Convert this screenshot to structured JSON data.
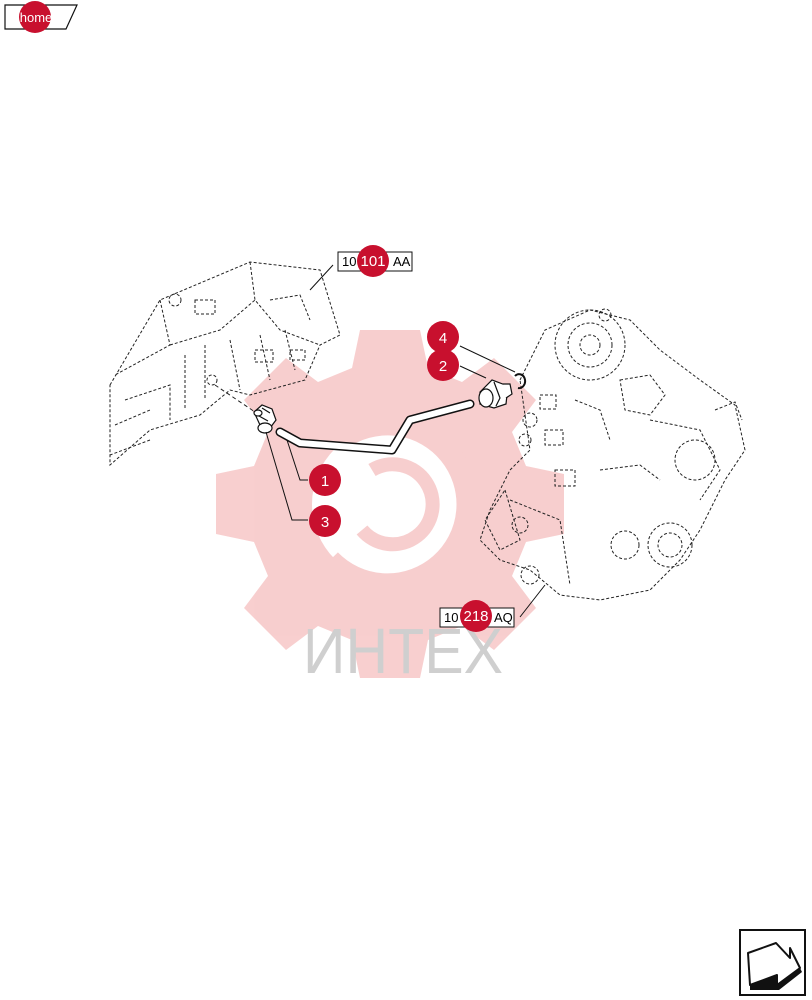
{
  "home_button": {
    "label": "home"
  },
  "reference_tags": [
    {
      "id": "ref-top",
      "badge": "101",
      "left_text": "10",
      "right_text": "AA"
    },
    {
      "id": "ref-bottom",
      "badge": "218",
      "left_text": "10",
      "right_text": "AQ"
    }
  ],
  "callouts": [
    "1",
    "2",
    "3",
    "4"
  ],
  "watermark": {
    "text": "ИНТЕХ"
  },
  "colors": {
    "accent": "#c8102e",
    "watermark": "#f2a7a7",
    "line": "#000000"
  },
  "icons": {
    "home": "home-tab-icon",
    "next": "next-page-arrow-icon"
  }
}
